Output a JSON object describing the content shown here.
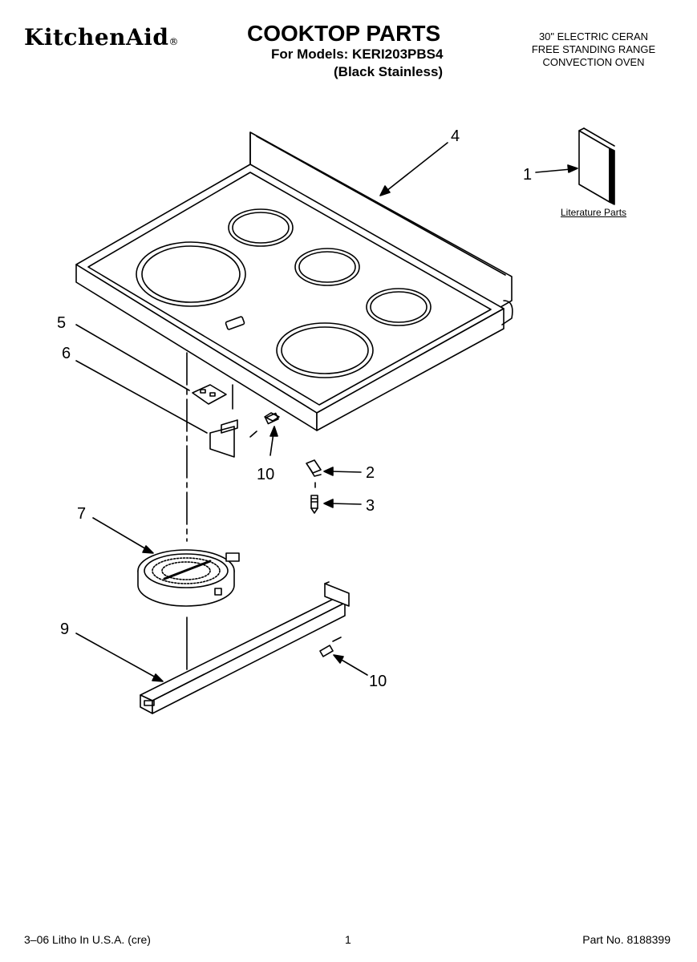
{
  "header": {
    "brand": "KitchenAid",
    "brand_mark": "®",
    "title": "COOKTOP PARTS",
    "models_line": "For Models: KERI203PBS4",
    "finish": "(Black Stainless)",
    "model_description": [
      "30\" ELECTRIC CERAN",
      "FREE STANDING RANGE",
      "CONVECTION OVEN"
    ]
  },
  "diagram": {
    "literature_label": "Literature Parts",
    "callouts": [
      "1",
      "2",
      "3",
      "4",
      "5",
      "6",
      "7",
      "9",
      "10",
      "10"
    ]
  },
  "footer": {
    "left": "3–06 Litho In U.S.A. (cre)",
    "page": "1",
    "part_no": "Part No. 8188399"
  }
}
